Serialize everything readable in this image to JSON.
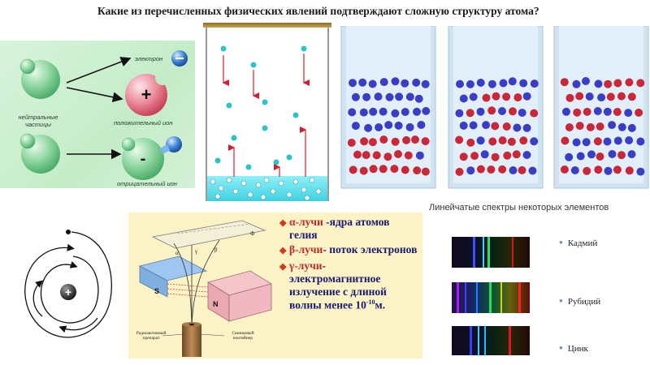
{
  "title": "Какие из перечисленных физических явлений подтверждают сложную структуру атома?",
  "ionization": {
    "neutral_label": "нейтральные частицы",
    "electron_label": "электрон",
    "positive_label": "положительный ион",
    "negative_label": "отрицательный ион",
    "plus_sign": "+",
    "minus_sign": "-"
  },
  "spectra_section": {
    "title": "Линейчатые спектры некоторых элементов",
    "elements": [
      {
        "name": "Кадмий"
      },
      {
        "name": "Рубидий"
      },
      {
        "name": "Цинк"
      }
    ]
  },
  "rays": {
    "alpha_symbol": "α-лучи",
    "alpha_text": " -ядра атомов гелия",
    "beta_symbol": "β-лучи",
    "beta_text": "- поток электронов",
    "gamma_symbol": "γ-лучи",
    "gamma_text": "- электромагнитное излучение с длиной волны менее  10",
    "gamma_exp": "-10",
    "gamma_unit": "м.",
    "diagram_labels": {
      "s_pole": "S",
      "n_pole": "N",
      "source": "Радиоактивный препарат",
      "container": "Свинцовый контейнер",
      "alpha": "α",
      "beta": "β",
      "gamma": "γ",
      "phi": "Ф"
    }
  },
  "atom": {
    "nucleus_sign": "+"
  },
  "colors": {
    "blue_particle": "#3a3ec4",
    "red_particle": "#c8283a",
    "cyan_particle": "#4ec8d2",
    "accent_red": "#d13a1a",
    "text_blue": "#1a1a6e"
  }
}
